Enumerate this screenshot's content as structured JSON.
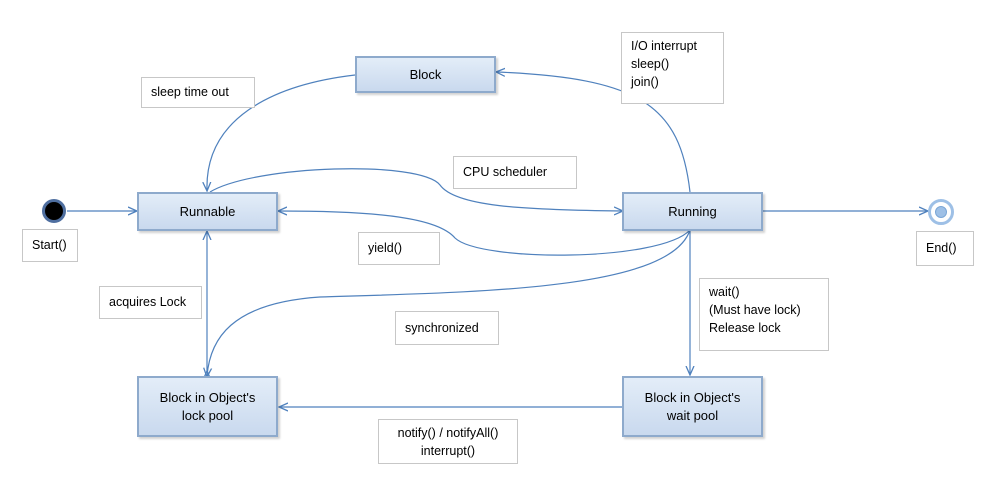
{
  "states": {
    "block": "Block",
    "runnable": "Runnable",
    "running": "Running",
    "lock_pool": [
      "Block in Object's",
      "lock pool"
    ],
    "wait_pool": [
      "Block in Object's",
      "wait pool"
    ]
  },
  "labels": {
    "start": "Start()",
    "end": "End()",
    "sleep_timeout": "sleep time out",
    "io_interrupt": [
      "I/O interrupt",
      "sleep()",
      "join()"
    ],
    "cpu_scheduler": "CPU scheduler",
    "yield": "yield()",
    "acquires_lock": "acquires Lock",
    "synchronized": "synchronized",
    "wait": [
      "wait()",
      "(Must have lock)",
      "Release lock"
    ],
    "notify": [
      "notify() / notifyAll()",
      "interrupt()"
    ]
  },
  "colors": {
    "edge": "#4f81bd",
    "state_border": "#8eaacc",
    "state_fill": "#d3e0f1"
  }
}
